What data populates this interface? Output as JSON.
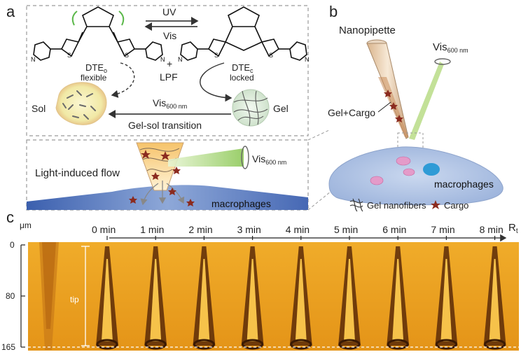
{
  "panels": {
    "a": "a",
    "b": "b",
    "c": "c"
  },
  "panel_a": {
    "uv": "UV",
    "vis": "Vis",
    "plus": "+",
    "lpf": "LPF",
    "dte_open_label": "DTE",
    "dte_open_sub": "o",
    "dte_open_state": "flexible",
    "dte_closed_label": "DTE",
    "dte_closed_sub": "c",
    "dte_closed_state": "locked",
    "sol": "Sol",
    "gel": "Gel",
    "vis600": "Vis",
    "vis600_sub": "600 nm",
    "transition": "Gel-sol transition",
    "flow": "Light-induced flow",
    "macrophages": "macrophages"
  },
  "panel_b": {
    "nanopipette": "Nanopipette",
    "vis600": "Vis",
    "vis600_sub": "600 nm",
    "gel_cargo": "Gel+Cargo",
    "macrophages": "macrophages",
    "legend_fibers": "Gel nanofibers",
    "legend_cargo": "Cargo"
  },
  "panel_c": {
    "unit": "μm",
    "time_labels": [
      "0 min",
      "1 min",
      "2 min",
      "3 min",
      "4 min",
      "5 min",
      "6 min",
      "7 min",
      "8 min"
    ],
    "axis_end": "R",
    "axis_end_sub": "t",
    "depth_ticks": [
      "0",
      "80",
      "165"
    ],
    "tip": "tip"
  },
  "colors": {
    "strip": "#e8a020",
    "cell": "#a9bfe0",
    "nucleus": "#2f9bd6",
    "vesicle": "#e49bc9",
    "beam": "#a8d46a",
    "star": "#8b2b1f",
    "box_dash": "#9a9a9a"
  }
}
